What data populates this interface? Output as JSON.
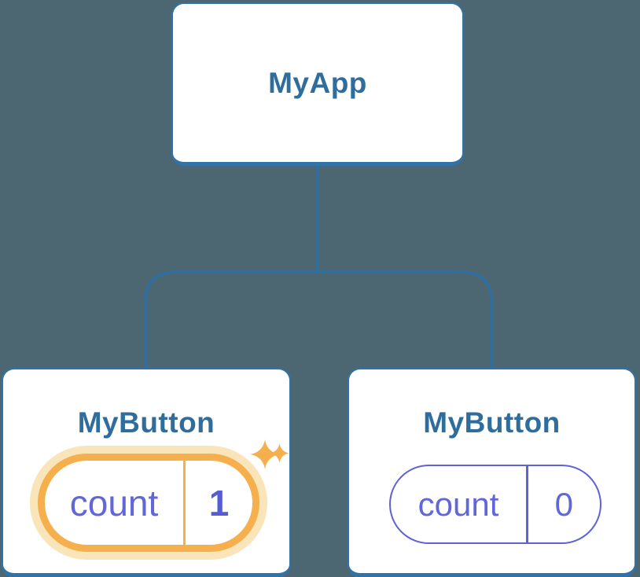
{
  "colors": {
    "bg": "#4C6771",
    "line_blue": "#2E6FA3",
    "node_border": "#3173A7",
    "node_bg": "#FFFFFF",
    "title_blue": "#2F6E9C",
    "purple_text": "#6166D9",
    "purple_value": "#565CD5",
    "purple_border": "#5E63D8",
    "orange": "#F6AF4D",
    "orange_glow": "#FAE4B9"
  },
  "tree": {
    "root": {
      "label": "MyApp"
    },
    "children": [
      {
        "label": "MyButton",
        "state": {
          "key": "count",
          "value": "1"
        },
        "highlighted": true
      },
      {
        "label": "MyButton",
        "state": {
          "key": "count",
          "value": "0"
        },
        "highlighted": false
      }
    ]
  }
}
